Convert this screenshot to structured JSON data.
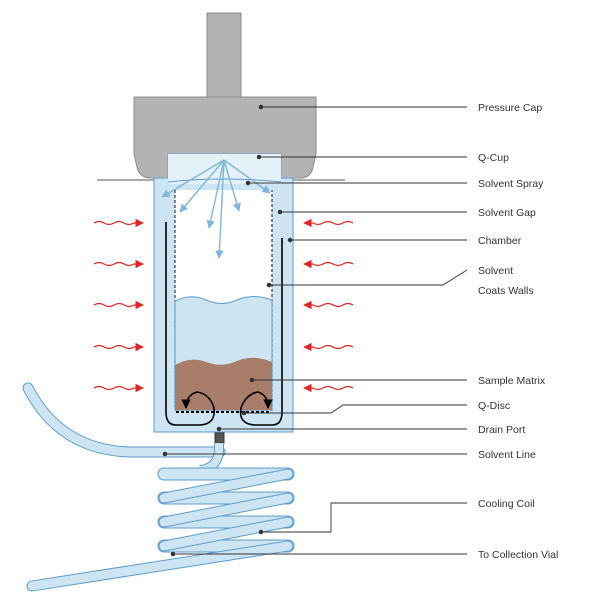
{
  "labels": {
    "pressure_cap": "Pressure Cap",
    "q_cup": "Q-Cup",
    "solvent_spray": "Solvent Spray",
    "solvent_gap": "Solvent Gap",
    "chamber": "Chamber",
    "solvent_coats_walls_line1": "Solvent",
    "solvent_coats_walls_line2": "Coats Walls",
    "sample_matrix": "Sample Matrix",
    "q_disc": "Q-Disc",
    "drain_port": "Drain Port",
    "solvent_line": "Solvent Line",
    "cooling_coil": "Cooling Coil",
    "to_collection_vial": "To Collection Vial"
  },
  "colors": {
    "cap": "#b3b3b3",
    "cap_stroke": "#8c8c8c",
    "liquid": "#cde5f3",
    "liquid_stroke": "#5b9ccc",
    "sample": "#a87e6b",
    "heat_arrow": "#e02424",
    "spray": "#7fb6d9",
    "leader": "#333333"
  }
}
